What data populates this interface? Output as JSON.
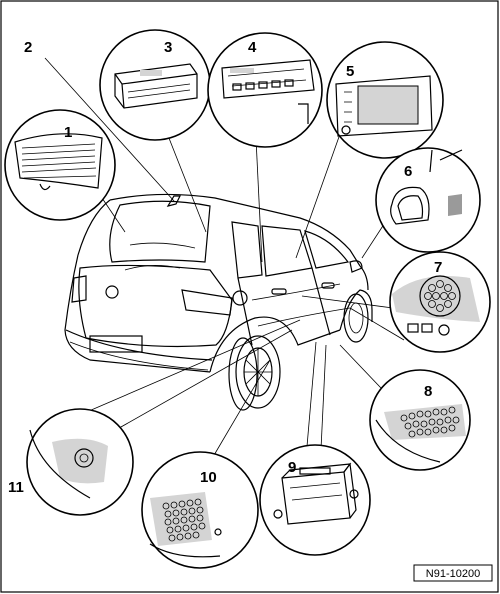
{
  "figure": {
    "reference": "N91-10200"
  },
  "callouts": [
    {
      "number": "1",
      "icon": "rear-window-icon"
    },
    {
      "number": "2",
      "icon": "roof-antenna-icon"
    },
    {
      "number": "3",
      "icon": "amplifier-unit-icon"
    },
    {
      "number": "4",
      "icon": "radio-unit-icon"
    },
    {
      "number": "5",
      "icon": "navigation-display-icon"
    },
    {
      "number": "6",
      "icon": "mirror-speaker-icon"
    },
    {
      "number": "7",
      "icon": "door-speaker-icon"
    },
    {
      "number": "8",
      "icon": "rear-door-speaker-icon"
    },
    {
      "number": "9",
      "icon": "control-module-icon"
    },
    {
      "number": "10",
      "icon": "rear-speaker-icon"
    },
    {
      "number": "11",
      "icon": "tweeter-icon"
    }
  ]
}
